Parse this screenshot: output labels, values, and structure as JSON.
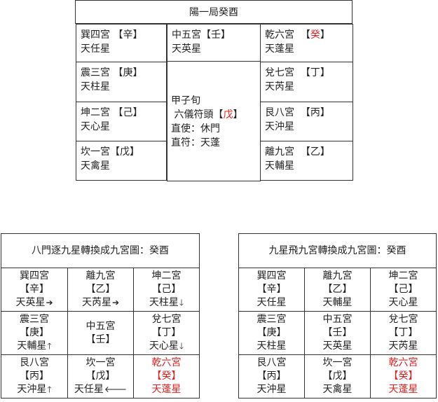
{
  "top_chart": {
    "title": "陽一局癸酉",
    "cells": {
      "xun4": {
        "palace": "巽四宮",
        "stem": "【辛】",
        "star": "天任星"
      },
      "zhong5": {
        "palace": "中五宮",
        "stem": "【壬】",
        "star": "天英星"
      },
      "qian6": {
        "palace": "乾六宮",
        "stem_open": "【",
        "stem": "癸",
        "stem_close": "】",
        "star": "天蓬星"
      },
      "zhen3": {
        "palace": "震三宮",
        "stem": "【庚】",
        "star": "天柱星"
      },
      "dui7": {
        "palace": "兌七宮",
        "stem": "【丁】",
        "star": "天芮星"
      },
      "kun2": {
        "palace": "坤二宮",
        "stem": "【己】",
        "star": "天心星"
      },
      "gen8": {
        "palace": "艮八宮",
        "stem": "【丙】",
        "star": "天沖星"
      },
      "kan1": {
        "palace": "坎一宮",
        "stem": "【戊】",
        "star": "天禽星"
      },
      "li9": {
        "palace": "離九宮",
        "stem": "【乙】",
        "star": "天輔星"
      }
    },
    "center_info": {
      "line1": "甲子旬",
      "line2_prefix": "六儀符頭【",
      "line2_stem": "戊",
      "line2_suffix": "】",
      "line3": "直使：休門",
      "line4": "直符：天蓬"
    }
  },
  "left_table": {
    "title": "八門逐九星轉換成九宮圖：癸酉",
    "rows": [
      [
        {
          "palace": "巽四宮",
          "stem": "【辛】",
          "star": "天英星",
          "arrow": "➔"
        },
        {
          "palace": "離九宮",
          "stem": "【乙】",
          "star": "天芮星",
          "arrow": "➔"
        },
        {
          "palace": "坤二宮",
          "stem": "【己】",
          "star": "天柱星",
          "arrow": "🡓"
        }
      ],
      [
        {
          "palace": "震三宮",
          "stem": "【庚】",
          "star": "天輔星",
          "arrow": "🡑"
        },
        {
          "palace": "中五宮",
          "stem": "【壬】",
          "star": "",
          "arrow": ""
        },
        {
          "palace": "兌七宮",
          "stem": "【丁】",
          "star": "天心星",
          "arrow": "🡓"
        }
      ],
      [
        {
          "palace": "艮八宮",
          "stem": "【丙】",
          "star": "天沖星",
          "arrow": "🡑"
        },
        {
          "palace": "坎一宮",
          "stem": "【戊】",
          "star": "天任星",
          "arrow": "🡐"
        },
        {
          "palace": "乾六宮",
          "stem": "【癸】",
          "star": "天蓬星",
          "arrow": ""
        }
      ]
    ]
  },
  "right_table": {
    "title": "九星飛九宮轉換成九宮圖：癸酉",
    "rows": [
      [
        {
          "palace": "巽四宮",
          "stem": "【辛】",
          "star": "天任星"
        },
        {
          "palace": "離九宮",
          "stem": "【乙】",
          "star": "天輔星"
        },
        {
          "palace": "坤二宮",
          "stem": "【己】",
          "star": "天心星"
        }
      ],
      [
        {
          "palace": "震三宮",
          "stem": "【庚】",
          "star": "天柱星"
        },
        {
          "palace": "中五宮",
          "stem": "【壬】",
          "star": "天英星"
        },
        {
          "palace": "兌七宮",
          "stem": "【丁】",
          "star": "天芮星"
        }
      ],
      [
        {
          "palace": "艮八宮",
          "stem": "【丙】",
          "star": "天沖星"
        },
        {
          "palace": "坎一宮",
          "stem": "【戊】",
          "star": "天禽星"
        },
        {
          "palace": "乾六宮",
          "stem": "【癸】",
          "star": "天蓬星"
        }
      ]
    ]
  },
  "colors": {
    "highlight": "#e32020",
    "border": "#333333",
    "text": "#222222"
  }
}
